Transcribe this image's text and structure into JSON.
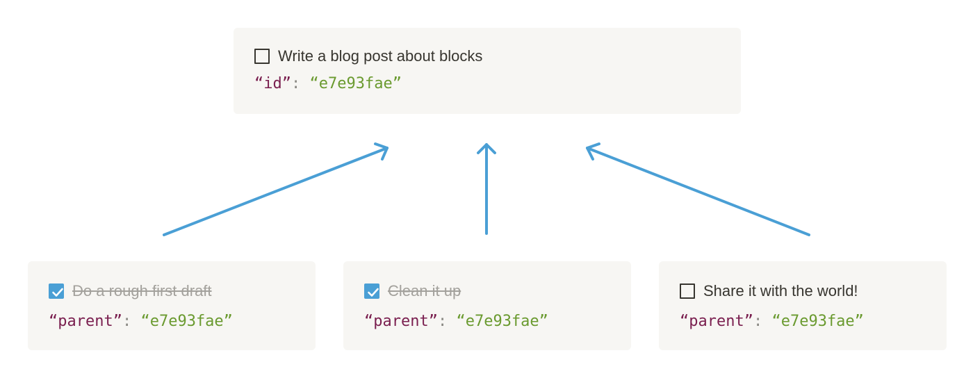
{
  "top_block": {
    "text": "Write a blog post about blocks",
    "checked": false,
    "key": "“id”",
    "colon": ": ",
    "value": "“e7e93fae”"
  },
  "children": [
    {
      "text": "Do a rough first draft",
      "checked": true,
      "key": "“parent”",
      "colon": ": ",
      "value": "“e7e93fae”"
    },
    {
      "text": "Clean it up",
      "checked": true,
      "key": "“parent”",
      "colon": ": ",
      "value": "“e7e93fae”"
    },
    {
      "text": "Share it with the world!",
      "checked": false,
      "key": "“parent”",
      "colon": ": ",
      "value": "“e7e93fae”"
    }
  ],
  "colors": {
    "card_bg": "#f7f6f3",
    "arrow": "#4a9fd5",
    "checkbox_checked": "#4a9fd5",
    "key": "#7a1f4f",
    "value": "#6a9a2f"
  }
}
